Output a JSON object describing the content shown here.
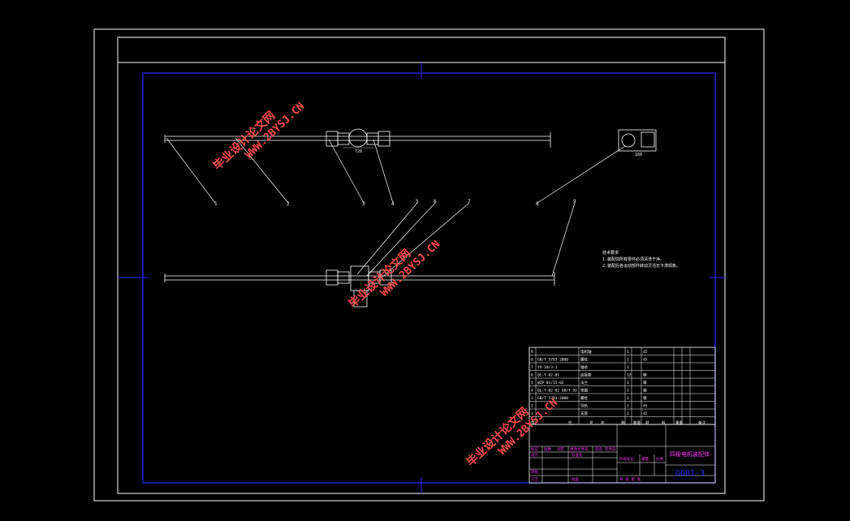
{
  "drawing": {
    "title_block_title": "四极电机装配体",
    "drawing_code": "DG01-3",
    "notes_heading": "技术要求",
    "notes": [
      "1.装配前所有零件必须清洗干净。",
      "2.装配后各运动部件转动灵活无卡滞现象。"
    ],
    "dim_front": "720",
    "dim_side": "160",
    "balloons_top": [
      "1",
      "2",
      "3",
      "4",
      "8"
    ],
    "balloons_bottom": [
      "5",
      "6",
      "7",
      "9"
    ]
  },
  "watermarks": [
    {
      "cn": "毕业设计论文网",
      "url": "WWW.2BYSJ.CN"
    },
    {
      "cn": "毕业设计论文网",
      "url": "WWW.2BYSJ.CN"
    },
    {
      "cn": "毕业设计论文网",
      "url": "WWW.2BYSJ.CN"
    }
  ],
  "bom": {
    "rows": [
      {
        "no": "9",
        "code": "",
        "name": "电机轴",
        "qty": "1",
        "mat": "45"
      },
      {
        "no": "8",
        "code": "GB/T 5783-2000",
        "name": "螺栓",
        "qty": "1",
        "mat": "45"
      },
      {
        "no": "7",
        "code": "YX-10/3-1",
        "name": "轴承",
        "qty": "1",
        "mat": ""
      },
      {
        "no": "6",
        "code": "QL-Y-02-01",
        "name": "连接套",
        "qty": "12",
        "mat": "钢"
      },
      {
        "no": "5",
        "code": "WZP-01/15-02",
        "name": "法兰",
        "qty": "1",
        "mat": "钢"
      },
      {
        "no": "4",
        "code": "QL-Y-02-02 GB/T 93",
        "name": "垫圈",
        "qty": "1",
        "mat": "钢"
      },
      {
        "no": "3",
        "code": "GB/T 5783-2000",
        "name": "螺栓",
        "qty": "1",
        "mat": "钢"
      },
      {
        "no": "2",
        "code": "",
        "name": "导轨",
        "qty": "2",
        "mat": "45"
      },
      {
        "no": "1",
        "code": "",
        "name": "支座",
        "qty": "2",
        "mat": "45"
      }
    ],
    "header": [
      "序",
      "代",
      "号",
      "名",
      "称",
      "数量",
      "材",
      "料",
      "重量",
      "备注"
    ]
  },
  "title_block": {
    "row_labels": [
      "标记",
      "处数",
      "分区",
      "更改文件号",
      "签名",
      "年月日"
    ],
    "design": "设计",
    "standard": "标准化",
    "review": "审核",
    "craft": "工艺",
    "approve": "批准",
    "stage_label": "阶段标记",
    "weight_label": "重量",
    "scale_label": "比例",
    "sheet_label": "共 张 第 张"
  }
}
